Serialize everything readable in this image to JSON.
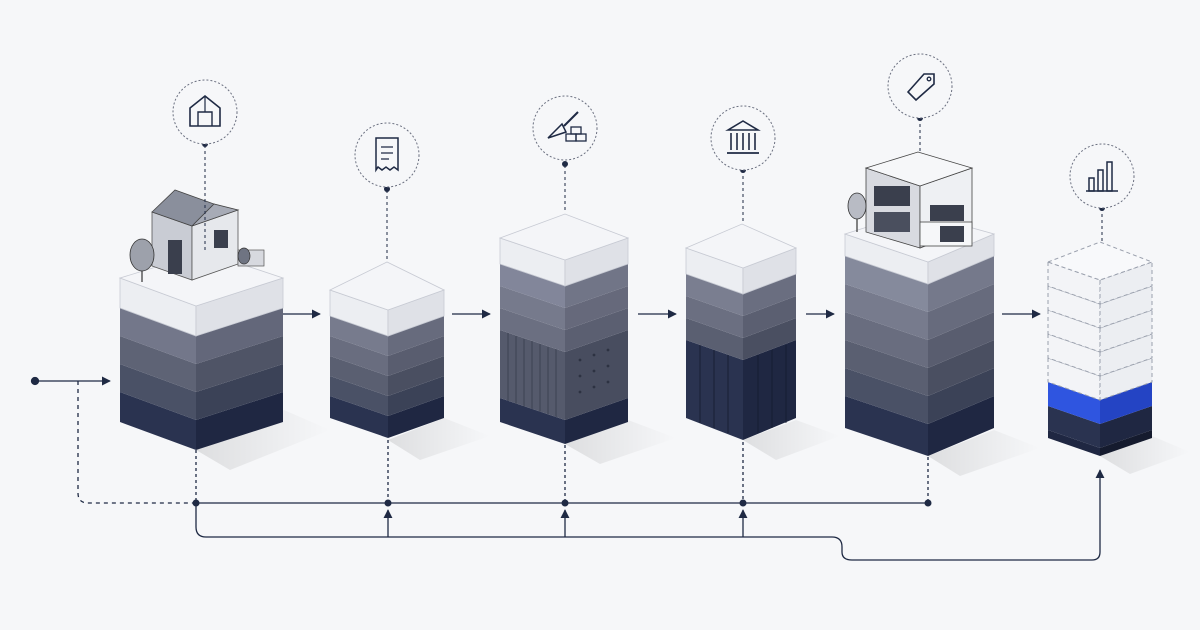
{
  "diagram": {
    "stages": [
      {
        "id": "house-stage",
        "icon": "house-icon",
        "levels": 5
      },
      {
        "id": "receipt-stage",
        "icon": "receipt-icon",
        "levels": 6
      },
      {
        "id": "construction-stage",
        "icon": "trowel-bricks-icon",
        "levels": 6
      },
      {
        "id": "institution-stage",
        "icon": "bank-building-icon",
        "levels": 5
      },
      {
        "id": "modern-building-stage",
        "icon": "price-tag-icon",
        "levels": 5
      },
      {
        "id": "analytics-stage",
        "icon": "bar-chart-icon",
        "levels": 7,
        "highlight_level": 6
      }
    ]
  },
  "colors": {
    "background": "#f6f7f9",
    "line": "#1f2a44",
    "slab_light": "#e9eaee",
    "slab_gray": "#6b6f7c",
    "slab_dark": "#2a3350",
    "accent_blue": "#2f55e0"
  }
}
